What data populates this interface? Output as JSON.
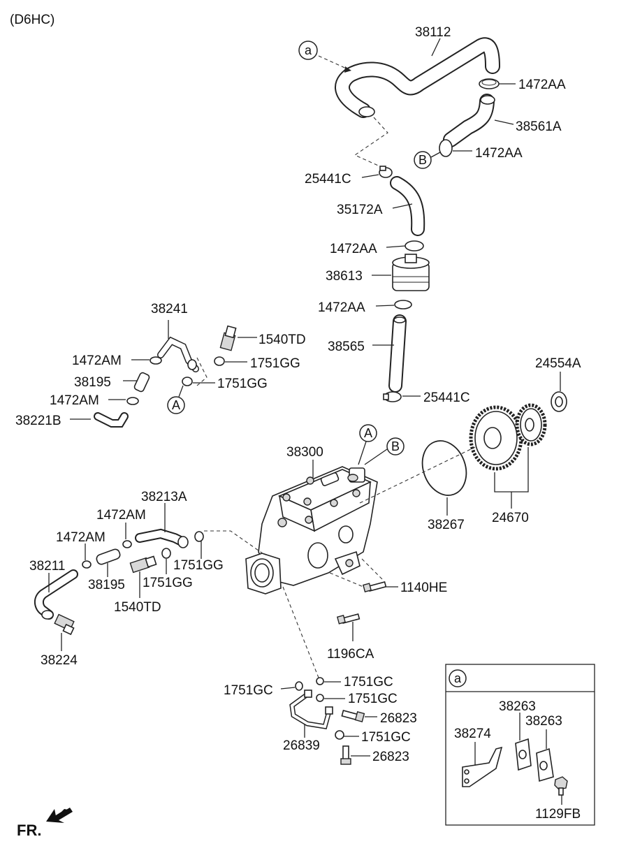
{
  "engine": "(D6HC)",
  "front_label": "FR.",
  "inset_ref": "a",
  "refs": [
    "a",
    "B",
    "A",
    "A",
    "B"
  ],
  "labels": [
    {
      "id": "p38112",
      "text": "38112"
    },
    {
      "id": "p1472AA_1",
      "text": "1472AA"
    },
    {
      "id": "p38561A",
      "text": "38561A"
    },
    {
      "id": "p1472AA_2",
      "text": "1472AA"
    },
    {
      "id": "p25441C_1",
      "text": "25441C"
    },
    {
      "id": "p35172A",
      "text": "35172A"
    },
    {
      "id": "p1472AA_3",
      "text": "1472AA"
    },
    {
      "id": "p38613",
      "text": "38613"
    },
    {
      "id": "p1472AA_4",
      "text": "1472AA"
    },
    {
      "id": "p38565",
      "text": "38565"
    },
    {
      "id": "p25441C_2",
      "text": "25441C"
    },
    {
      "id": "p24554A",
      "text": "24554A"
    },
    {
      "id": "p38241",
      "text": "38241"
    },
    {
      "id": "p1540TD_1",
      "text": "1540TD"
    },
    {
      "id": "p1472AM_1",
      "text": "1472AM"
    },
    {
      "id": "p1751GG_1",
      "text": "1751GG"
    },
    {
      "id": "p38195_1",
      "text": "38195"
    },
    {
      "id": "p1751GG_2",
      "text": "1751GG"
    },
    {
      "id": "p1472AM_2",
      "text": "1472AM"
    },
    {
      "id": "p38221B",
      "text": "38221B"
    },
    {
      "id": "p38300",
      "text": "38300"
    },
    {
      "id": "p38267",
      "text": "38267"
    },
    {
      "id": "p24670",
      "text": "24670"
    },
    {
      "id": "p38213A",
      "text": "38213A"
    },
    {
      "id": "p1472AM_3",
      "text": "1472AM"
    },
    {
      "id": "p1472AM_4",
      "text": "1472AM"
    },
    {
      "id": "p38211",
      "text": "38211"
    },
    {
      "id": "p1751GG_3",
      "text": "1751GG"
    },
    {
      "id": "p38195_2",
      "text": "38195"
    },
    {
      "id": "p1751GG_4",
      "text": "1751GG"
    },
    {
      "id": "p1540TD_2",
      "text": "1540TD"
    },
    {
      "id": "p1140HE",
      "text": "1140HE"
    },
    {
      "id": "p38224",
      "text": "38224"
    },
    {
      "id": "p1196CA",
      "text": "1196CA"
    },
    {
      "id": "p1751GC_1",
      "text": "1751GC"
    },
    {
      "id": "p1751GC_2",
      "text": "1751GC"
    },
    {
      "id": "p1751GC_3",
      "text": "1751GC"
    },
    {
      "id": "p26823_1",
      "text": "26823"
    },
    {
      "id": "p26839",
      "text": "26839"
    },
    {
      "id": "p1751GC_4",
      "text": "1751GC"
    },
    {
      "id": "p26823_2",
      "text": "26823"
    },
    {
      "id": "p38263_1",
      "text": "38263"
    },
    {
      "id": "p38263_2",
      "text": "38263"
    },
    {
      "id": "p38274",
      "text": "38274"
    },
    {
      "id": "p1129FB",
      "text": "1129FB"
    }
  ]
}
